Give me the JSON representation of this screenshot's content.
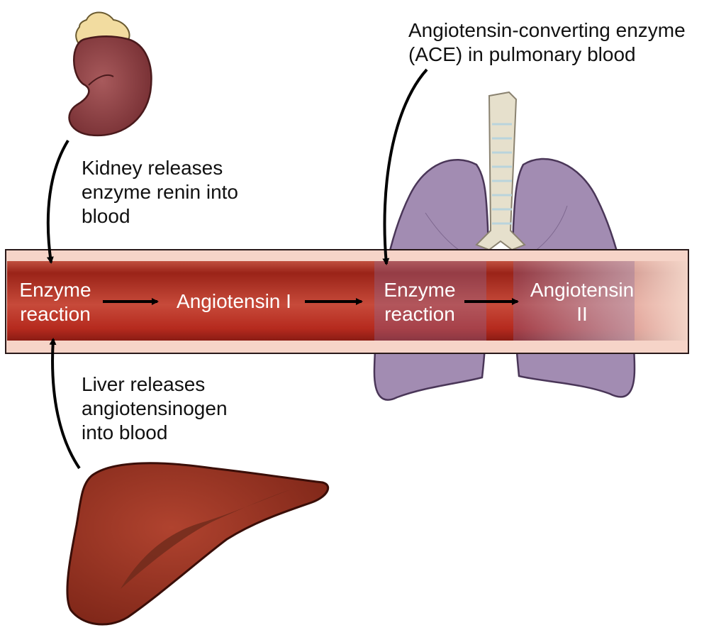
{
  "labels": {
    "kidney": [
      "Kidney releases",
      "enzyme renin into",
      "blood"
    ],
    "liver": [
      "Liver releases",
      "angiotensinogen",
      "into blood"
    ],
    "ace": [
      "Angiotensin-converting enzyme",
      "(ACE) in pulmonary blood"
    ]
  },
  "vessel": {
    "enzyme_reaction_1": [
      "Enzyme",
      "reaction"
    ],
    "angiotensin_1": "Angiotensin I",
    "enzyme_reaction_2": [
      "Enzyme",
      "reaction"
    ],
    "angiotensin_2": [
      "Angiotensin",
      "II"
    ]
  },
  "colors": {
    "vessel_dark": "#a8281e",
    "vessel_light": "#f2c0b4",
    "kidney": "#9b4b4e",
    "adrenal": "#f2dca0",
    "liver": "#a23a2a",
    "lung": "#9f86ae",
    "trachea": "#e4ddc8"
  }
}
